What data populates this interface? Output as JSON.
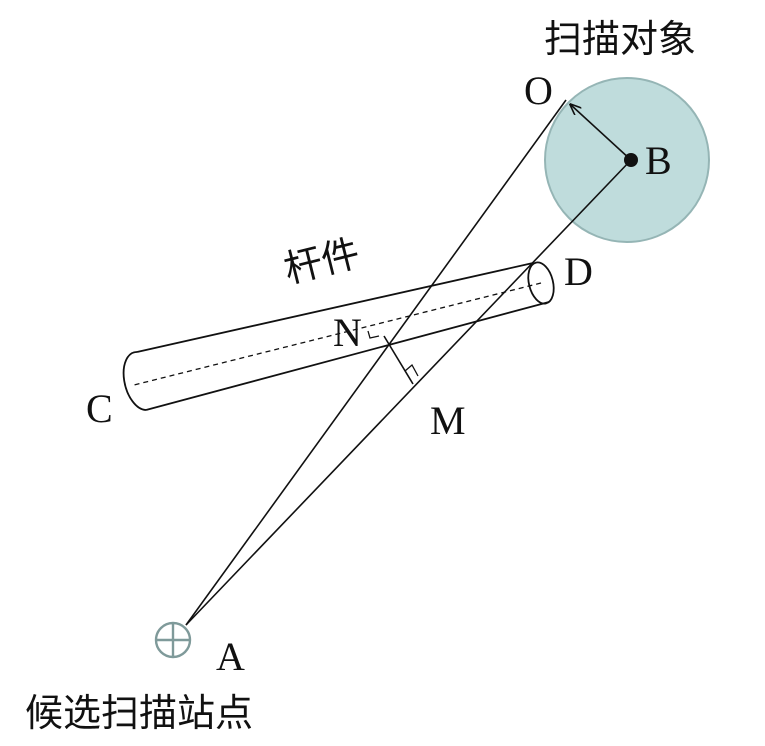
{
  "labels": {
    "scan_object": "扫描对象",
    "point_O": "O",
    "point_B": "B",
    "rod_label": "杆件",
    "point_D": "D",
    "point_N": "N",
    "point_C": "C",
    "point_M": "M",
    "point_A": "A",
    "candidate_station": "候选扫描站点"
  },
  "colors": {
    "object_fill": "#bfdcdc",
    "object_stroke": "#95b5b5",
    "station_stroke": "#7f9a9a",
    "line": "#111111"
  }
}
